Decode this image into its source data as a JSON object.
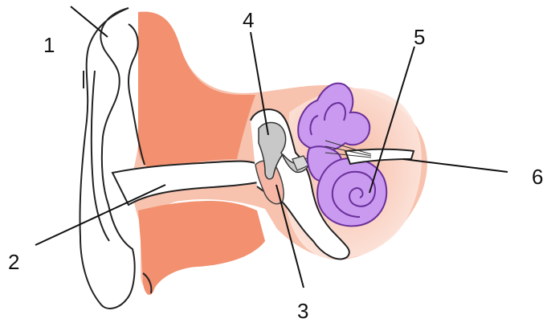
{
  "labels": {
    "l1": "1",
    "l2": "2",
    "l3": "3",
    "l4": "4",
    "l5": "5",
    "l6": "6"
  },
  "colors": {
    "tissue": "#f08a6a",
    "tissue_light": "#f9c9b6",
    "inner_ear": "#c99af0",
    "inner_outline": "#7a3fa8",
    "ossicle": "#c8c8c8",
    "outline": "#222222"
  }
}
